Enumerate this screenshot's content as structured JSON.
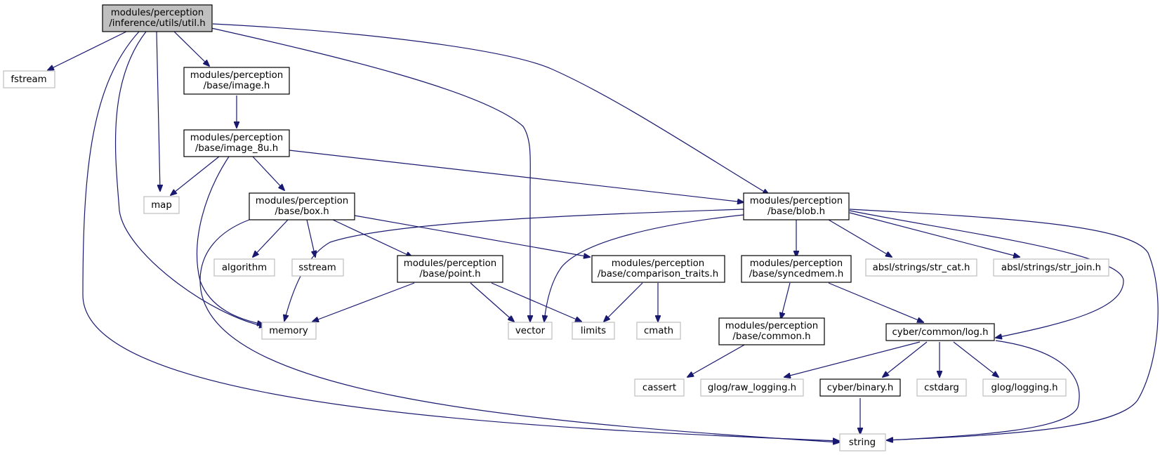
{
  "nodes": {
    "util_h": [
      "modules/perception",
      "/inference/utils/util.h"
    ],
    "fstream": [
      "fstream"
    ],
    "image_h": [
      "modules/perception",
      "/base/image.h"
    ],
    "image_8u_h": [
      "modules/perception",
      "/base/image_8u.h"
    ],
    "map": [
      "map"
    ],
    "box_h": [
      "modules/perception",
      "/base/box.h"
    ],
    "blob_h": [
      "modules/perception",
      "/base/blob.h"
    ],
    "algorithm": [
      "algorithm"
    ],
    "sstream": [
      "sstream"
    ],
    "point_h": [
      "modules/perception",
      "/base/point.h"
    ],
    "comparison_traits_h": [
      "modules/perception",
      "/base/comparison_traits.h"
    ],
    "syncedmem_h": [
      "modules/perception",
      "/base/syncedmem.h"
    ],
    "str_cat_h": [
      "absl/strings/str_cat.h"
    ],
    "str_join_h": [
      "absl/strings/str_join.h"
    ],
    "memory": [
      "memory"
    ],
    "vector": [
      "vector"
    ],
    "limits": [
      "limits"
    ],
    "cmath": [
      "cmath"
    ],
    "common_h": [
      "modules/perception",
      "/base/common.h"
    ],
    "log_h": [
      "cyber/common/log.h"
    ],
    "cassert": [
      "cassert"
    ],
    "raw_logging_h": [
      "glog/raw_logging.h"
    ],
    "binary_h": [
      "cyber/binary.h"
    ],
    "cstdarg": [
      "cstdarg"
    ],
    "logging_h": [
      "glog/logging.h"
    ],
    "string": [
      "string"
    ]
  },
  "colors": {
    "edge": "#191970",
    "root_fill": "#bfbfbf",
    "system_border": "#bfbfbf"
  }
}
